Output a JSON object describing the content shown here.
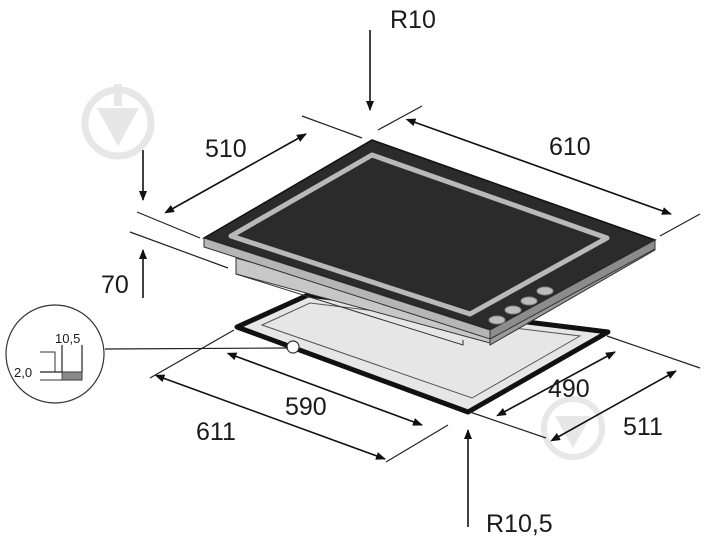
{
  "dimensions": {
    "top_radius": "R10",
    "hob_depth": "510",
    "hob_width": "610",
    "hob_height": "70",
    "cutout_width": "590",
    "cutout_depth": "490",
    "outer_width": "611",
    "outer_depth": "511",
    "bottom_radius": "R10,5",
    "detail_step": "10,5",
    "detail_thickness": "2,0"
  },
  "colors": {
    "glass": "#2b2b2b",
    "frame": "#b9b9b9",
    "cutout_fill": "#e6e6e6",
    "cutout_edge": "#111111",
    "watermark": "#d9d9d9"
  },
  "watermark_icon": "downward-triangle-in-circle"
}
